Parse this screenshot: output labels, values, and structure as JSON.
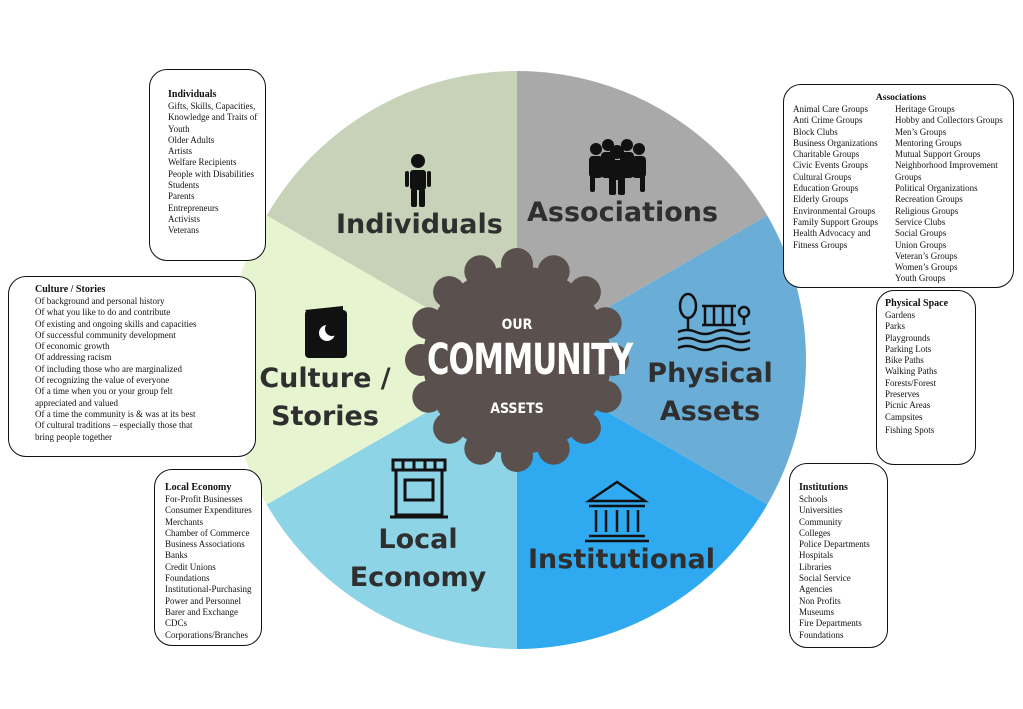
{
  "center": {
    "line1": "OUR",
    "line2": "COMMUNITY",
    "line3": "ASSETS"
  },
  "segments": {
    "individuals": {
      "label": "Individuals",
      "color": "#c8d2b8"
    },
    "associations": {
      "label": "Associations",
      "color": "#a9a9a9"
    },
    "physical": {
      "label_line1": "Physical",
      "label_line2": "Assets",
      "color": "#6aaed8"
    },
    "institutional": {
      "label": "Institutional",
      "color": "#2fa9f0"
    },
    "local_economy": {
      "label_line1": "Local",
      "label_line2": "Economy",
      "color": "#8dd4e6"
    },
    "culture": {
      "label_line1": "Culture /",
      "label_line2": "Stories",
      "color": "#e6f5cf"
    }
  },
  "hub_color": "#5a504e",
  "boxes": {
    "individuals": {
      "title": "Individuals",
      "items": [
        "Gifts, Skills, Capacities,",
        "Knowledge and Traits of",
        "Youth",
        "Older Adults",
        "Artists",
        "Welfare Recipients",
        "People with Disabilities",
        "Students",
        "Parents",
        "Entrepreneurs",
        "Activists",
        "Veterans"
      ]
    },
    "associations": {
      "title": "Associations",
      "col1": [
        "Animal Care Groups",
        "Anti Crime Groups",
        "Block Clubs",
        "Business Organizations",
        "Charitable Groups",
        "Civic Events Groups",
        "Cultural Groups",
        "Education Groups",
        "Elderly Groups",
        "Environmental Groups",
        "Family Support Groups",
        "Health Advocacy and",
        "Fitness Groups"
      ],
      "col2": [
        "Heritage Groups",
        "Hobby and Collectors Groups",
        "Men’s Groups",
        "Mentoring Groups",
        "Mutual Support Groups",
        "Neighborhood Improvement",
        "Groups",
        "Political Organizations",
        "Recreation Groups",
        "Religious Groups",
        "Service Clubs",
        "Social Groups",
        "Union Groups",
        "Veteran’s Groups",
        "Women’s Groups",
        "Youth Groups"
      ]
    },
    "culture": {
      "title": "Culture / Stories",
      "items": [
        "Of background and personal history",
        "Of what you like to do and contribute",
        "Of existing and ongoing skills and capacities",
        "Of successful community development",
        "Of economic growth",
        "Of addressing racism",
        "Of including those who are marginalized",
        "Of recognizing the value of everyone",
        "Of a time when you or your group felt",
        "appreciated and valued",
        "Of a time the community is & was at its best",
        "Of cultural traditions – especially those that",
        "bring people together"
      ]
    },
    "physical": {
      "title": "Physical Space",
      "items": [
        "Gardens",
        "Parks",
        "Playgrounds",
        "Parking Lots",
        "Bike Paths",
        "Walking Paths",
        "Forests/Forest",
        "Preserves",
        "Picnic Areas",
        "Campsites",
        "Fishing Spots"
      ]
    },
    "local_economy": {
      "title": "Local Economy",
      "items": [
        "For-Profit Businesses",
        "Consumer Expenditures",
        "Merchants",
        "Chamber of Commerce",
        "Business Associations",
        "Banks",
        "Credit Unions",
        "Foundations",
        "Institutional-Purchasing",
        "Power and Personnel",
        "Barer and Exchange",
        "CDCs",
        "Corporations/Branches"
      ]
    },
    "institutions": {
      "title": "Institutions",
      "items": [
        "Schools",
        "Universities",
        "Community",
        "Colleges",
        "Police Departments",
        "Hospitals",
        "Libraries",
        "Social Service",
        "Agencies",
        "Non Profits",
        "Museums",
        "Fire Departments",
        "Foundations"
      ]
    }
  },
  "icons": {
    "individuals": "person-icon",
    "associations": "group-icon",
    "physical": "park-icon",
    "institutional": "building-columns-icon",
    "local_economy": "storefront-icon",
    "culture": "book-moon-icon"
  }
}
